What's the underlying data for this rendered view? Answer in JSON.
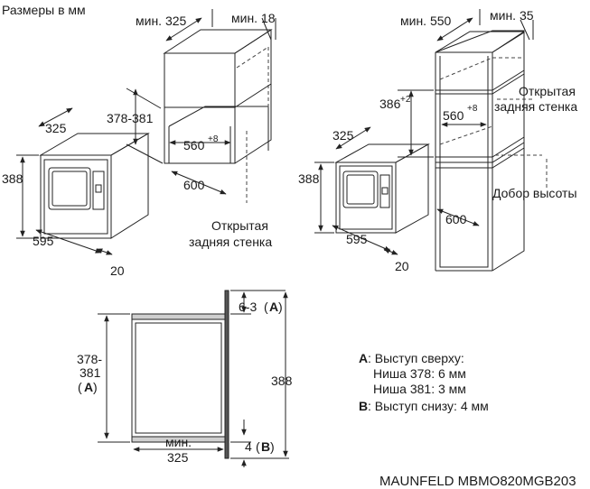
{
  "header": {
    "title": "Размеры в мм"
  },
  "top_left": {
    "oven_depth": "325",
    "oven_height": "388",
    "oven_width": "595",
    "oven_front": "20",
    "niche_min_depth": "мин. 325",
    "niche_min_gap": "мин. 18",
    "niche_height": "378-381",
    "niche_width": "560",
    "niche_width_sup": "+8",
    "niche_outer_width": "600",
    "open_back_line1": "Открытая",
    "open_back_line2": "задняя стенка"
  },
  "top_right": {
    "oven_depth": "325",
    "oven_height": "388",
    "oven_width": "595",
    "oven_front": "20",
    "cabinet_min_depth": "мин. 550",
    "cabinet_min_gap": "мин. 35",
    "niche_height": "386",
    "niche_height_sup": "+2",
    "niche_width": "560",
    "niche_width_sup": "+8",
    "cabinet_width": "600",
    "open_back_line1": "Открытая",
    "open_back_line2": "задняя стенка",
    "height_extension": "Добор высоты"
  },
  "section": {
    "top_offset": "6-3",
    "top_offset_tag": "A",
    "niche_height_line1": "378-",
    "niche_height_line2": "381",
    "niche_height_tag": "A",
    "total_height": "388",
    "bottom_offset": "4",
    "bottom_offset_tag": "B",
    "min_depth_line1": "мин.",
    "min_depth_line2": "325"
  },
  "legend": {
    "a_key": "A",
    "a_text": ": Выступ сверху:",
    "a_line2": "Ниша 378: 6 мм",
    "a_line3": "Ниша 381: 3 мм",
    "b_key": "B",
    "b_text": ": Выступ снизу: 4 мм"
  },
  "footer": {
    "model": "MAUNFELD MBMO820MGB203"
  }
}
